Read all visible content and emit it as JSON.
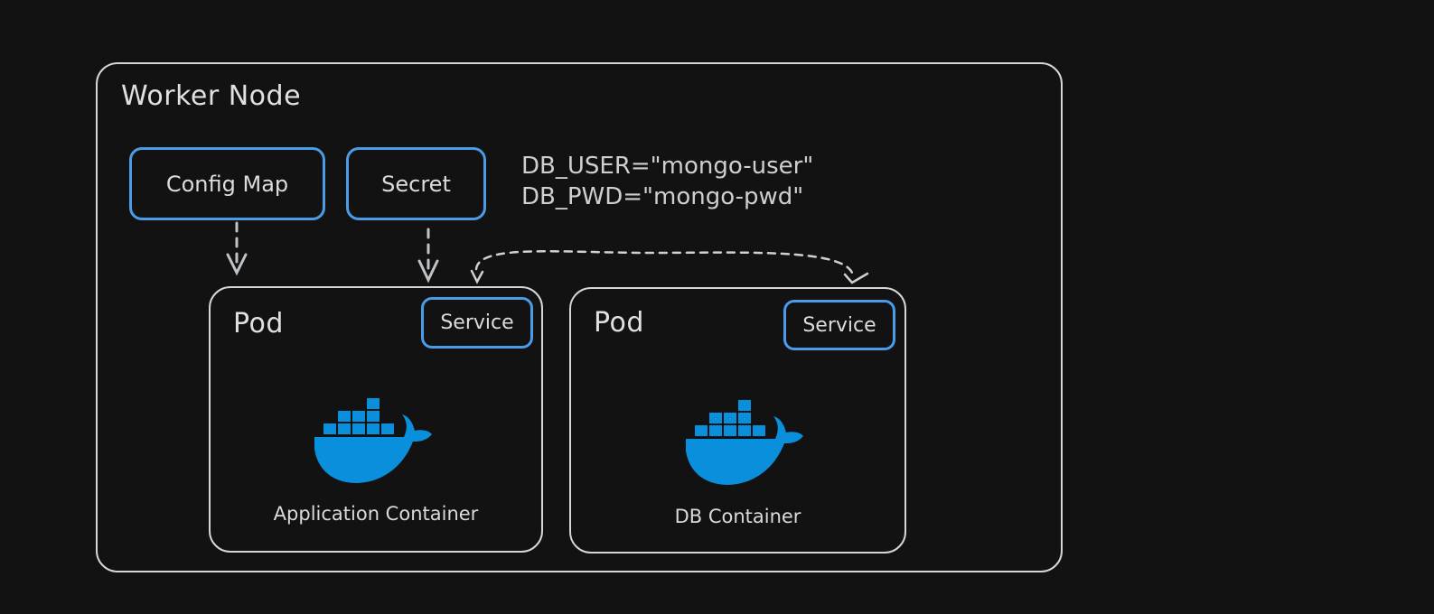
{
  "diagram": {
    "worker_node": {
      "title": "Worker Node"
    },
    "config_map": {
      "label": "Config Map"
    },
    "secret": {
      "label": "Secret"
    },
    "env_vars": [
      "DB_USER=\"mongo-user\"",
      "DB_PWD=\"mongo-pwd\""
    ],
    "pods": [
      {
        "title": "Pod",
        "service_label": "Service",
        "container_label": "Application Container",
        "icon": "docker-whale-icon"
      },
      {
        "title": "Pod",
        "service_label": "Service",
        "container_label": "DB Container",
        "icon": "docker-whale-icon"
      }
    ],
    "connections": [
      {
        "from": "Config Map",
        "to": "Pod (Application)",
        "style": "dashed-arrow"
      },
      {
        "from": "Secret",
        "to": "Pod (Application)",
        "style": "dashed-arrow"
      },
      {
        "from": "Service (Application)",
        "to": "Service (DB)",
        "style": "dashed-bidirectional-arrow"
      }
    ],
    "colors": {
      "background": "#121212",
      "stroke": "#d6d6d6",
      "accent_blue": "#4a9ce8",
      "docker_blue": "#0a8fdc"
    }
  }
}
